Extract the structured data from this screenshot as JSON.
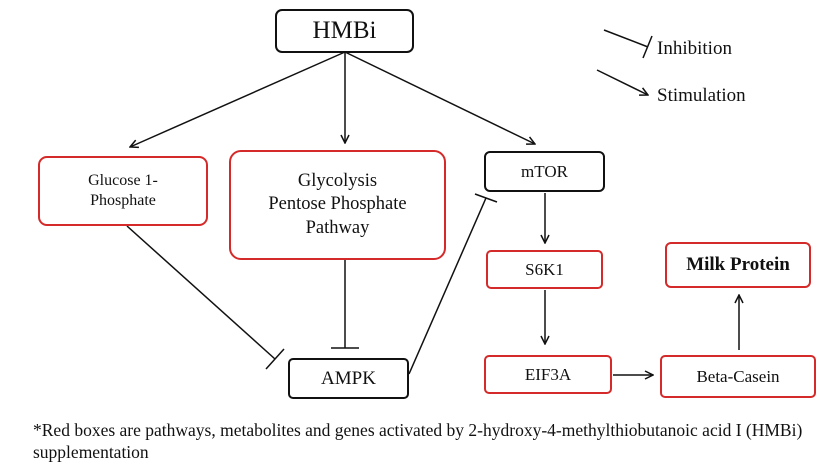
{
  "nodes": {
    "hmbi": "HMBi",
    "glucose": [
      "Glucose 1-",
      "Phosphate"
    ],
    "glycolysis": [
      "Glycolysis",
      "Pentose Phosphate",
      "Pathway"
    ],
    "mtor": "mTOR",
    "s6k1": "S6K1",
    "milk_protein": "Milk Protein",
    "ampk": "AMPK",
    "eif3a": "EIF3A",
    "beta_casein": "Beta-Casein"
  },
  "legend": {
    "inhibition": "Inhibition",
    "stimulation": "Stimulation"
  },
  "colors": {
    "activated_border": "#d42a2a",
    "default_border": "#111111"
  },
  "footnote": "*Red boxes are pathways, metabolites and genes activated by 2-hydroxy-4-methylthiobutanoic acid I (HMBi) supplementation"
}
